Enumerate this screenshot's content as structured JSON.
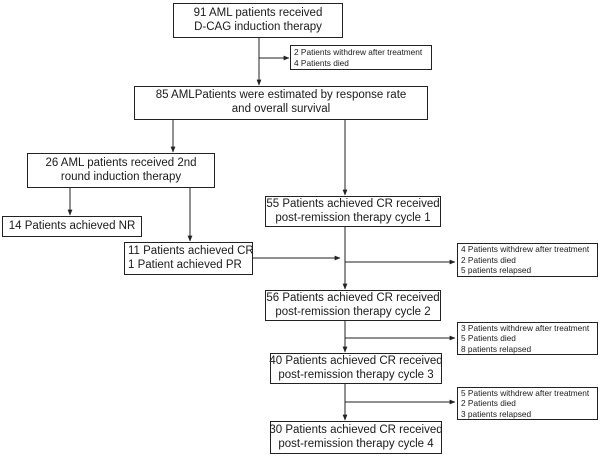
{
  "boxes": {
    "induction": {
      "lines": [
        "91 AML patients received",
        "D-CAG induction therapy"
      ]
    },
    "induction_exits": {
      "lines": [
        "2 Patients withdrew after treatment",
        "4 Patients died"
      ]
    },
    "estimated": {
      "lines": [
        "85 AMLPatients were estimated by response rate",
        "and overall survival"
      ]
    },
    "second_round": {
      "lines": [
        "26 AML patients received 2nd",
        "round induction therapy"
      ]
    },
    "nr": {
      "lines": [
        "14 Patients achieved NR"
      ]
    },
    "cr_pr": {
      "lines": [
        "11 Patients achieved CR",
        "1 Patient achieved PR"
      ]
    },
    "cycle1": {
      "lines": [
        "55 Patients achieved CR received",
        "post-remission therapy cycle 1"
      ]
    },
    "cycle1_exits": {
      "lines": [
        "4 Patients withdrew after treatment",
        "2 Patients died",
        "5 patients relapsed"
      ]
    },
    "cycle2": {
      "lines": [
        "56 Patients achieved CR received",
        "post-remission therapy cycle 2"
      ]
    },
    "cycle2_exits": {
      "lines": [
        "3 Patients withdrew after treatment",
        "5 Patients died",
        "8 patients relapsed"
      ]
    },
    "cycle3": {
      "lines": [
        "40 Patients achieved CR received",
        "post-remission therapy cycle 3"
      ]
    },
    "cycle3_exits": {
      "lines": [
        "5 Patients withdrew after treatment",
        "2 Patients died",
        "3 patients relapsed"
      ]
    },
    "cycle4": {
      "lines": [
        "30 Patients achieved CR received",
        "post-remission therapy cycle 4"
      ]
    }
  },
  "colors": {
    "line": "#222222",
    "text": "#1a1a1a",
    "background": "#ffffff"
  }
}
